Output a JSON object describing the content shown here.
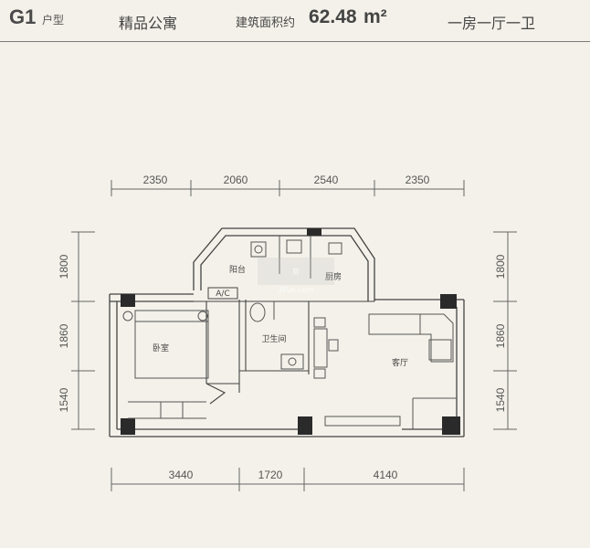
{
  "header": {
    "code": "G1",
    "code_sub": "户型",
    "type": "精品公寓",
    "area_label": "建筑面积约",
    "area_value": "62.48",
    "area_unit": "m²",
    "layout": "一房一厅一卫"
  },
  "dims": {
    "top": [
      "2350",
      "2060",
      "2540",
      "2350"
    ],
    "bottom": [
      "3440",
      "1720",
      "4140"
    ],
    "left": [
      "1800",
      "1860",
      "1540"
    ],
    "right": [
      "1800",
      "1860",
      "1540"
    ]
  },
  "rooms": {
    "balcony": "阳台",
    "kitchen": "厨房",
    "bathroom": "卫生间",
    "bedroom": "卧室",
    "living": "客厅",
    "ac": "A/C"
  },
  "watermark": {
    "line1": "房",
    "line2": "3Fun.com"
  },
  "colors": {
    "background": "#f3f1e9",
    "wall": "#333333",
    "line": "#555555"
  }
}
